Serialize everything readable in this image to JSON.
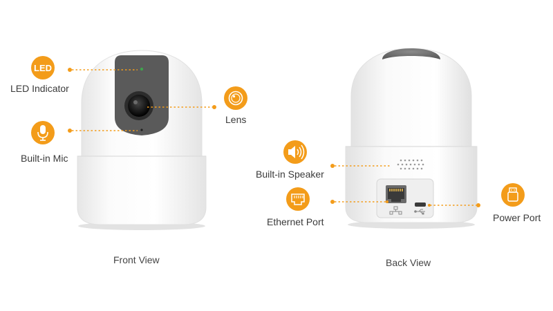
{
  "front": {
    "caption": "Front View",
    "callouts": {
      "led": {
        "label": "LED Indicator",
        "icon": "led-icon",
        "badge_text": "LED"
      },
      "mic": {
        "label": "Built-in Mic",
        "icon": "microphone-icon"
      },
      "lens": {
        "label": "Lens",
        "icon": "lens-icon"
      }
    }
  },
  "back": {
    "caption": "Back View",
    "callouts": {
      "speaker": {
        "label": "Built-in Speaker",
        "icon": "speaker-icon"
      },
      "ethernet": {
        "label": "Ethernet Port",
        "icon": "ethernet-port-icon"
      },
      "power": {
        "label": "Power Port",
        "icon": "usb-plug-icon"
      }
    }
  },
  "colors": {
    "accent": "#F39C1A",
    "camera_body": "#FFFFFF",
    "camera_dark": "#5A5A5A",
    "text": "#3A3A3A"
  }
}
